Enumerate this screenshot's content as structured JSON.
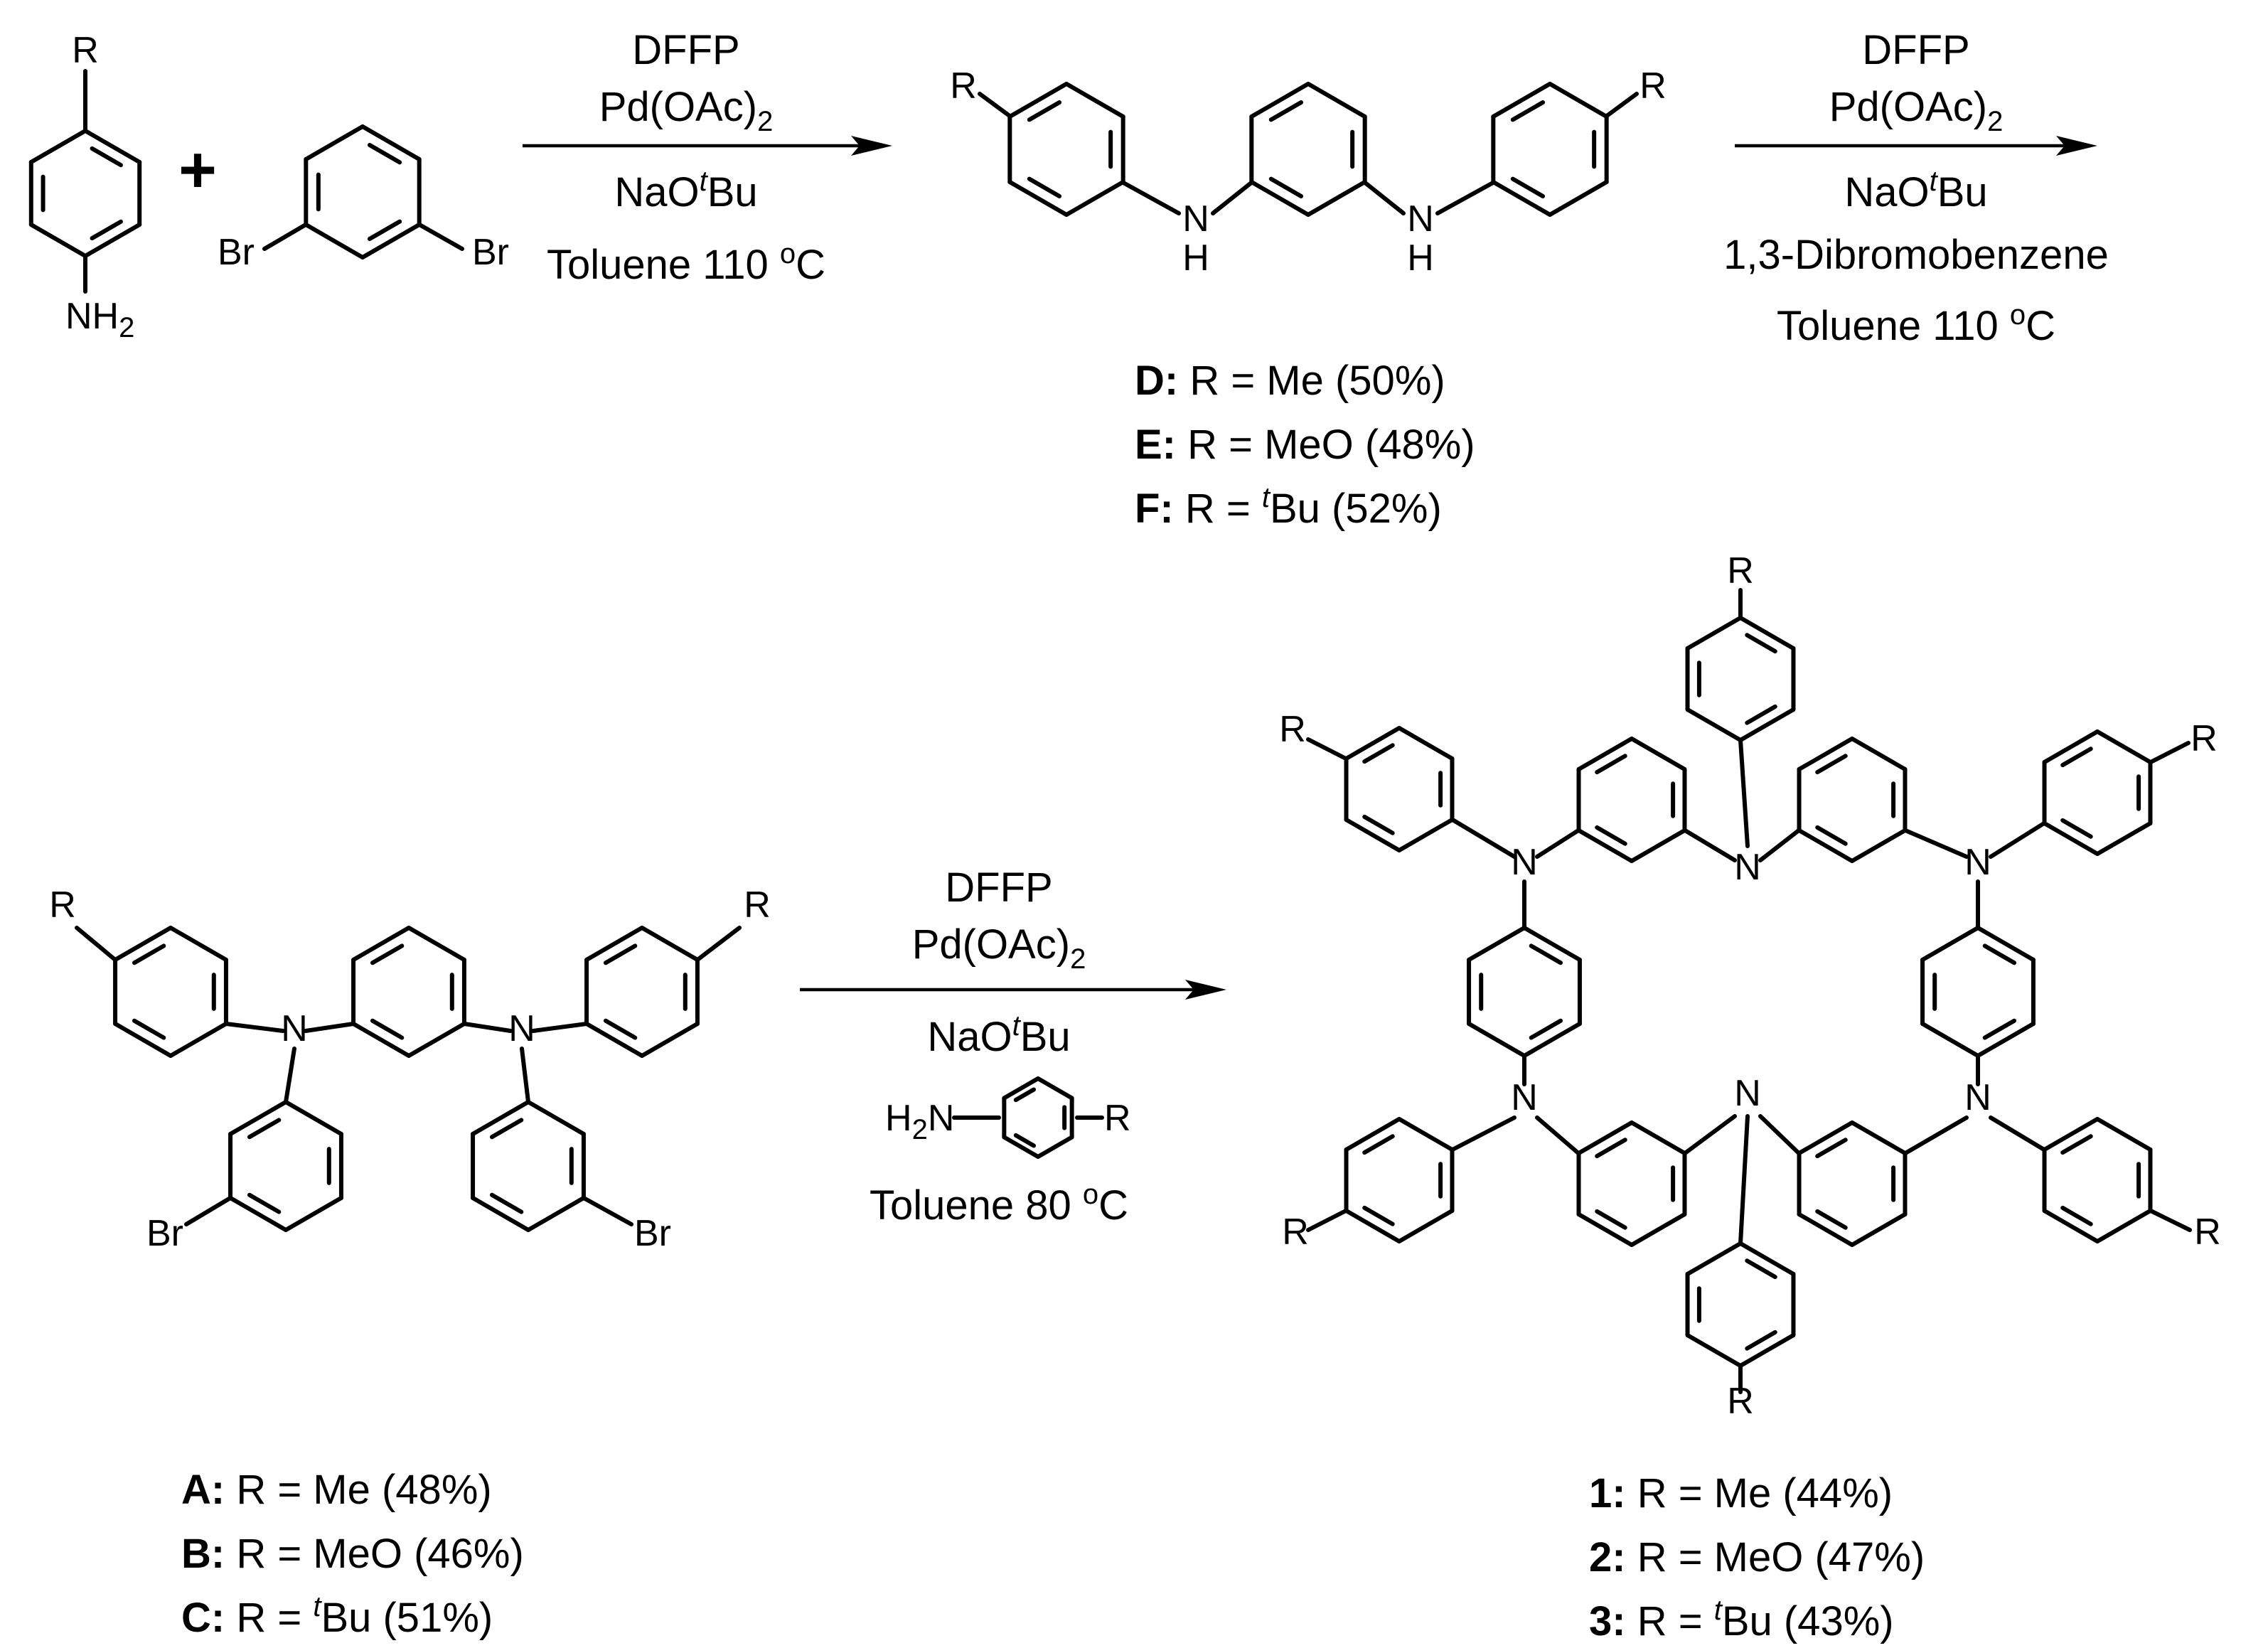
{
  "atoms": {
    "r": "R",
    "n": "N",
    "h": "H",
    "br": "Br",
    "nh": "NH",
    "h2": "H",
    "two": "2"
  },
  "plus": "+",
  "cond": {
    "dffp": "DFFP",
    "pd": "Pd(OAc)",
    "pd_sub": "2",
    "naot": "NaO",
    "t": "t",
    "bu": "Bu",
    "tol110": "Toluene 110 ",
    "tol80": "Toluene 80 ",
    "o": "o",
    "c": "C",
    "dibromo": "1,3-Dibromobenzene"
  },
  "labels": {
    "D": {
      "id": "D:",
      "text": " R = Me (50%)"
    },
    "E": {
      "id": "E:",
      "text": " R = MeO (48%)"
    },
    "F": {
      "id": "F:",
      "pre": " R = ",
      "sup": "t",
      "post": "Bu (52%)"
    },
    "A": {
      "id": "A:",
      "text": " R = Me (48%)"
    },
    "B": {
      "id": "B:",
      "text": " R = MeO (46%)"
    },
    "C": {
      "id": "C:",
      "pre": " R = ",
      "sup": "t",
      "post": "Bu (51%)"
    },
    "P1": {
      "id": "1:",
      "text": " R = Me (44%)"
    },
    "P2": {
      "id": "2:",
      "text": " R = MeO (47%)"
    },
    "P3": {
      "id": "3:",
      "pre": " R = ",
      "sup": "t",
      "post": "Bu (43%)"
    }
  }
}
